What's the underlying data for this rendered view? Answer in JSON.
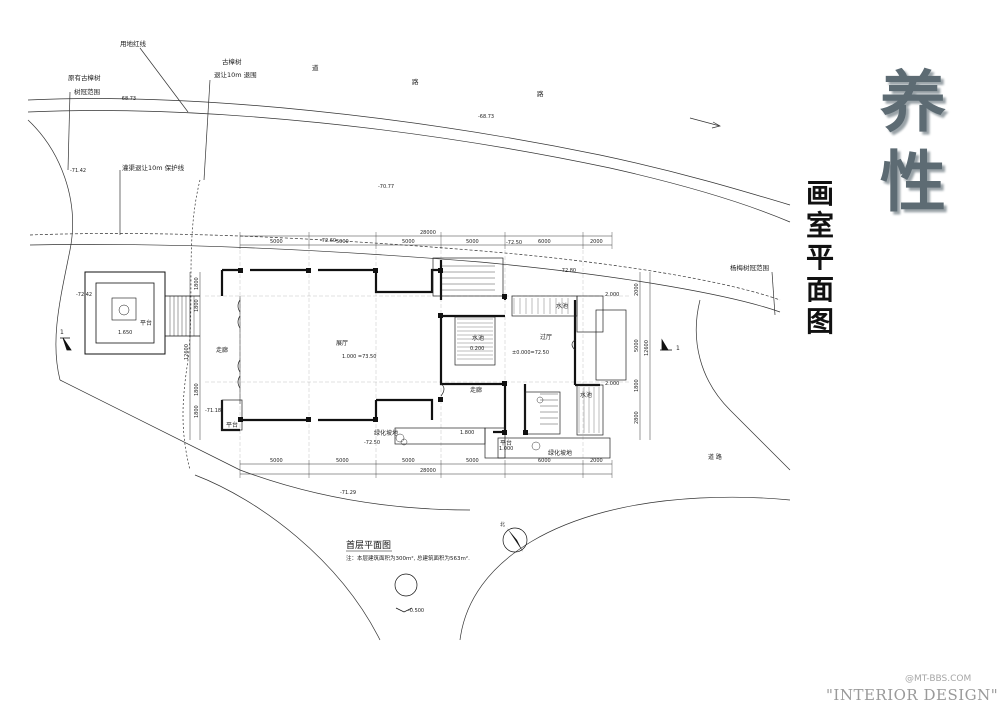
{
  "title": {
    "main": [
      "养",
      "性"
    ],
    "sub": [
      "画",
      "室",
      "平",
      "面",
      "图"
    ]
  },
  "callouts": {
    "site_line": "用地红线",
    "ancient_tree": "古樟树",
    "retreat_10m_range": "退让10m 退围",
    "existing_tree": "原有古樟树",
    "tree_canopy_range": "树冠范围",
    "canal_protection": "灌渠退让10m 保护线",
    "bayberry_canopy": "杨梅树冠范围"
  },
  "road_glyphs": [
    "道",
    "路",
    "路"
  ],
  "contours": [
    "-68.73",
    "-68.73",
    "-71.42",
    "-70.77",
    "-72.60",
    "-72.50",
    "-72.80",
    "-72.42",
    "-71.29",
    "-71.18",
    "-72.50"
  ],
  "dimensions": {
    "overall_top": "28000",
    "overall_bottom": "28000",
    "top_segments": [
      "5000",
      "5000",
      "5000",
      "5000",
      "6000",
      "2000"
    ],
    "bottom_segments": [
      "5000",
      "5000",
      "5000",
      "5000",
      "6000",
      "2000"
    ],
    "left_segments": [
      "1800",
      "1800",
      "12600",
      "1800",
      "1800"
    ],
    "left_total": "12600",
    "right_segments": [
      "2000",
      "5000",
      "1800",
      "2800"
    ],
    "right_total": "12600"
  },
  "rooms": {
    "exhibition_hall": "展厅",
    "corridor_left": "走廊",
    "corridor_mid": "走廊",
    "pool_1": "水池",
    "pool_2": "水池",
    "pool_3": "水池",
    "hall": "过厅",
    "platform_1": "平台",
    "platform_2": "平台",
    "platform_3": "平台",
    "green_slope_1": "绿化坡地",
    "green_slope_2": "绿化坡地",
    "road": "道  路"
  },
  "elevations": {
    "pavilion": "1.650",
    "hall_level": "1.000 =73.50",
    "pool": "0.200",
    "main_level": "±0.000=72.50",
    "platform": "1.800",
    "step": "1.000",
    "right_1": "2.000",
    "right_2": "2.000",
    "lower": "-0.500"
  },
  "section_markers": [
    "1",
    "1"
  ],
  "north_label": "北",
  "plan_title": "首层平面图",
  "plan_note": "注：本层建筑面积为300m², 总建筑面积为563m².",
  "watermark": {
    "url": "@MT-BBS.COM",
    "brand": "\"INTERIOR DESIGN\""
  },
  "colors": {
    "line": "#222222",
    "title_grey": "#5d6b73"
  }
}
